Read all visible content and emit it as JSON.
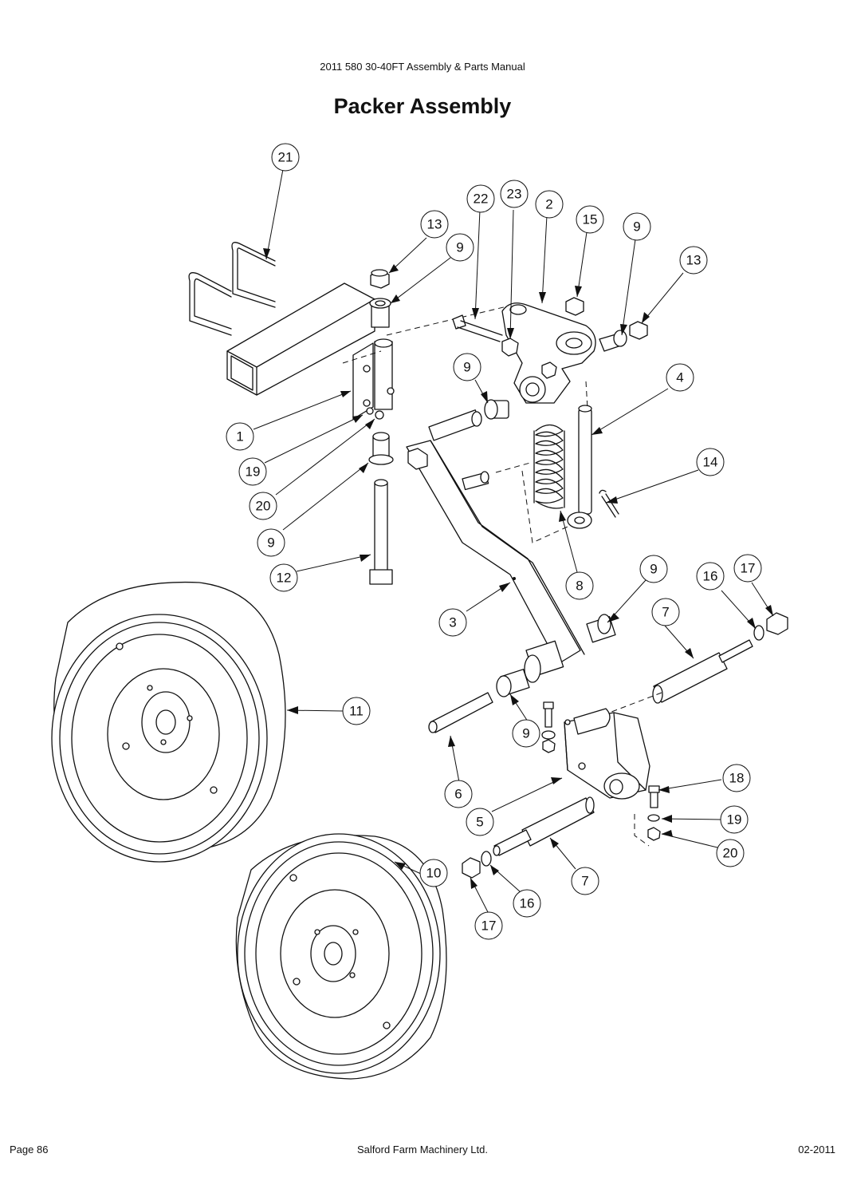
{
  "header": {
    "manual_title": "2011 580 30-40FT Assembly & Parts Manual"
  },
  "title": "Packer Assembly",
  "footer": {
    "page": "Page 86",
    "company": "Salford Farm Machinery Ltd.",
    "date": "02-2011"
  },
  "callouts": {
    "c21": "21",
    "c13a": "13",
    "c9a": "9",
    "c22": "22",
    "c23": "23",
    "c2": "2",
    "c15": "15",
    "c9b": "9",
    "c13b": "13",
    "c9c": "9",
    "c4": "4",
    "c1": "1",
    "c19a": "19",
    "c20a": "20",
    "c14": "14",
    "c9d": "9",
    "c12": "12",
    "c8": "8",
    "c9e": "9",
    "c16a": "16",
    "c17a": "17",
    "c3": "3",
    "c7a": "7",
    "c11": "11",
    "c9f": "9",
    "c18": "18",
    "c6": "6",
    "c5": "5",
    "c19b": "19",
    "c20b": "20",
    "c10": "10",
    "c7b": "7",
    "c16b": "16",
    "c17b": "17"
  }
}
